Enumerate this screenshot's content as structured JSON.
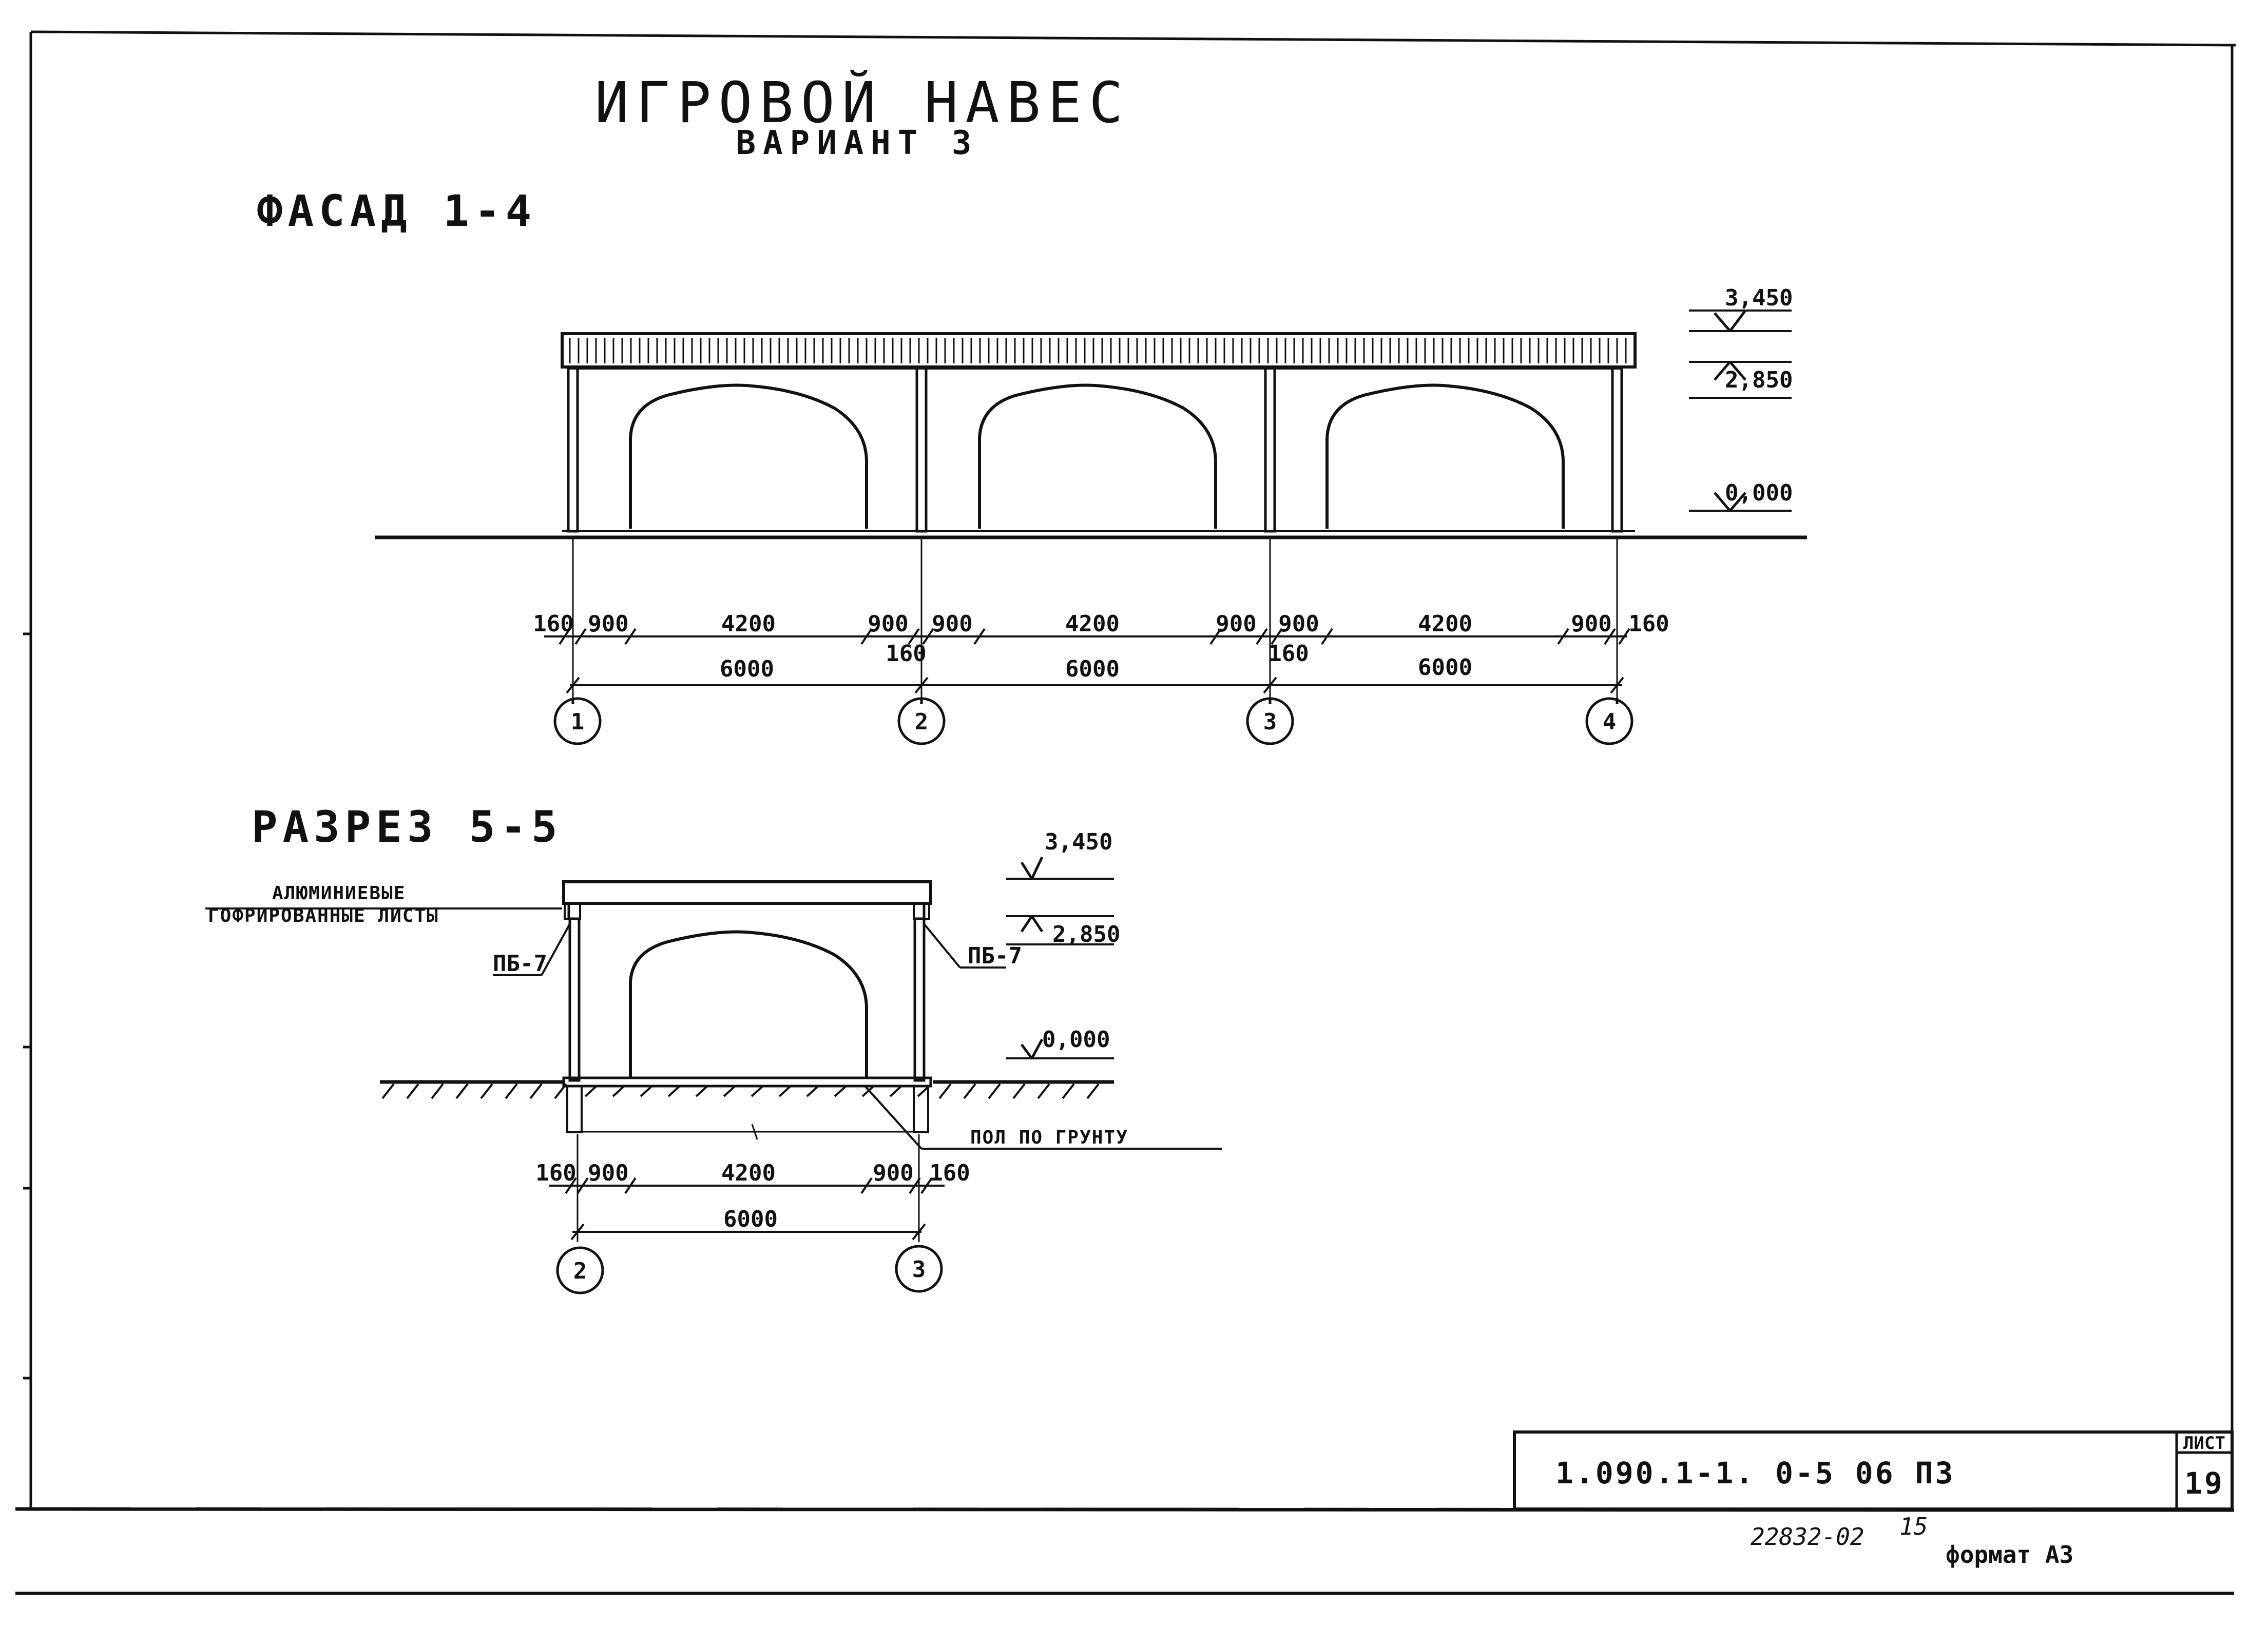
{
  "title": {
    "main": "ИГРОВОЙ НАВЕС",
    "variant": "ВАРИАНТ 3"
  },
  "facade": {
    "heading": "ФАСАД 1-4",
    "levels": [
      "3,450",
      "2,850",
      "0,000"
    ],
    "dims_top": [
      "160",
      "900",
      "4200",
      "900",
      "900",
      "4200",
      "900",
      "900",
      "4200",
      "900",
      "160"
    ],
    "dims_mid": [
      "160",
      "160"
    ],
    "dims_bottom": [
      "6000",
      "6000",
      "6000"
    ],
    "axes": [
      "1",
      "2",
      "3",
      "4"
    ]
  },
  "section": {
    "heading": "РАЗРЕЗ 5-5",
    "note_line1": "АЛЮМИНИЕВЫЕ",
    "note_line2": "ГОФРИРОВАННЫЕ ЛИСТЫ",
    "beam_left": "ПБ-7",
    "beam_right": "ПБ-7",
    "floor_note": "ПОЛ ПО ГРУНТУ",
    "levels": [
      "3,450",
      "2,850",
      "0,000"
    ],
    "dims_top": [
      "160",
      "900",
      "4200",
      "900",
      "160"
    ],
    "dims_bottom": [
      "6000"
    ],
    "axes": [
      "2",
      "3"
    ]
  },
  "stamp": {
    "code": "1.090.1-1.  0-5   06 ПЗ",
    "sheet_label": "ЛИСТ",
    "sheet_number": "19"
  },
  "footer": {
    "inventory": "22832-02",
    "copy": "15",
    "format": "формат А3"
  }
}
